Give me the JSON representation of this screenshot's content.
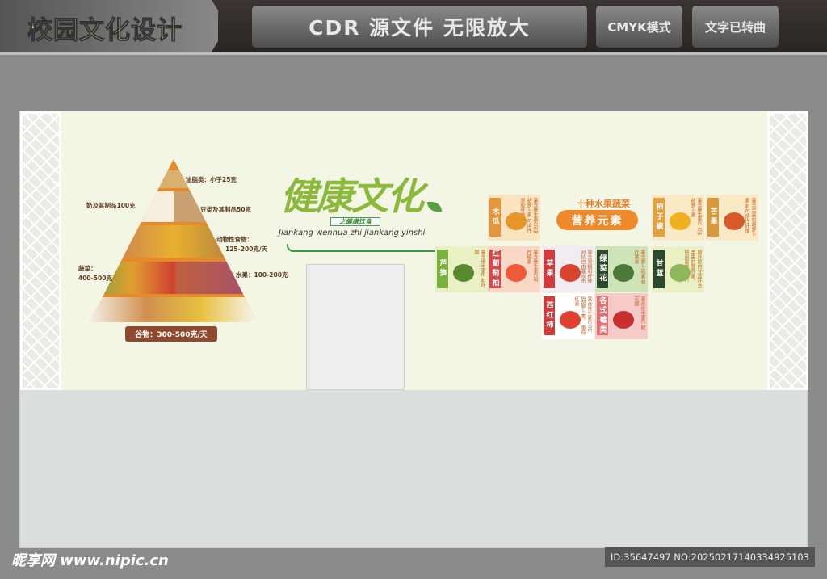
{
  "header": {
    "brand": "校园文化设计",
    "badge_main": "CDR 源文件 无限放大",
    "badge_cmyk": "CMYK模式",
    "badge_text": "文字已转曲"
  },
  "pyramid": {
    "oil": "油脂类：小于25克",
    "milk": "奶及其制品100克",
    "beans": "豆类及其制品50克",
    "animal": "动物性食物：",
    "animal_amount": "125-200克/天",
    "veg": "蔬菜：",
    "veg_amount": "400-500克",
    "fruit": "水果：100-200克",
    "grain": "谷物：300-500克/天"
  },
  "title": {
    "main": "健康文化",
    "tag": "之健康饮食",
    "pinyin": "Jiankang wenhua zhi jiankang yinshi"
  },
  "nutrition": {
    "heading": "十种水果蔬菜",
    "pill": "营养元素",
    "cards": [
      {
        "name": "木瓜",
        "desc": "富含维生素C和β胡萝卜素 可溶性果胶纤维",
        "bg": "#fbe3bf",
        "bar": "#e5963a",
        "fruit": "#e8952a"
      },
      {
        "name": "柿子椒",
        "desc": "富含维生素C 与β胡萝卜素",
        "bg": "#fbe8c5",
        "bar": "#e5a03a",
        "fruit": "#f0b020"
      },
      {
        "name": "芒果",
        "desc": "富含丰富的胡萝卜素 和可溶性纤维",
        "bg": "#fbe8c5",
        "bar": "#d69a3a",
        "fruit": "#d85a2a"
      },
      {
        "name": "芦笋",
        "desc": "富含维生素E 和叶酸",
        "bg": "#e8f0c4",
        "bar": "#79b040",
        "fruit": "#5a8a30"
      },
      {
        "name": "红葡萄柚",
        "desc": "富含维生素C和 柠檬素",
        "bg": "#f9d8c6",
        "bar": "#d9474a",
        "fruit": "#ef5a3a"
      },
      {
        "name": "苹果",
        "desc": "富含果糖和纤维 对抗自由基攻击",
        "bg": "#f1ebf2",
        "bar": "#d33a3a",
        "fruit": "#d8442e"
      },
      {
        "name": "绿菜花",
        "desc": "富含萝卜硫素 和叶黄素",
        "bg": "#cfe3b8",
        "bar": "#2e4a2e",
        "fruit": "#4d7a3a"
      },
      {
        "name": "甘蓝",
        "desc": "最外层的甘蓝叶含 丰富的营养素， 特别是维生素C",
        "bg": "#e8f0c4",
        "bar": "#2e4a2e",
        "fruit": "#8fb85a"
      },
      {
        "name": "西红柿",
        "desc": "富含维生素C与E β胡萝卜素， 番茄红素",
        "bg": "#ffffff",
        "bar": "#d33a3a",
        "fruit": "#e04030"
      },
      {
        "name": "各式莓类",
        "desc": "富含维生素C 鞣花酸",
        "bg": "#f7caca",
        "bar": "#e07070",
        "fruit": "#c83030"
      }
    ]
  },
  "footer": {
    "site_logo": "昵享网 www.nipic.cn",
    "id": "ID:35647497 NO:20250217140334925103"
  }
}
